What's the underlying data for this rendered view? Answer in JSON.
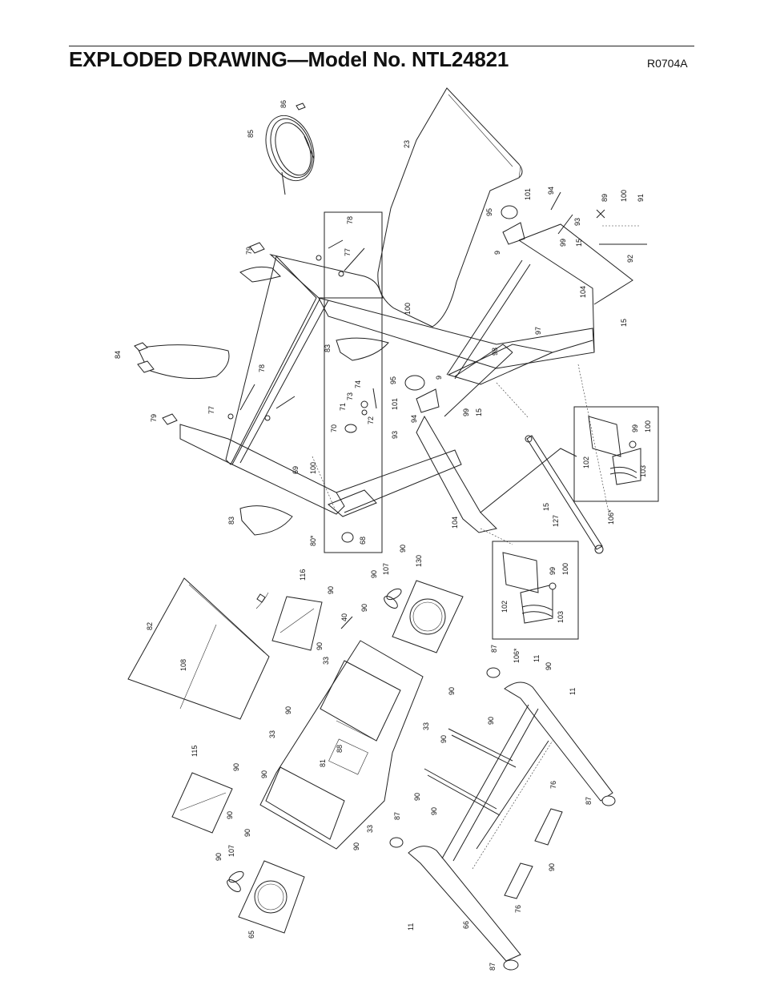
{
  "header": {
    "title": "EXPLODED DRAWING—Model No. NTL24821",
    "code": "R0704A"
  },
  "callouts": {
    "c85": "85",
    "c86": "86",
    "c23": "23",
    "c78a": "78",
    "c79a": "79",
    "c77a": "77",
    "c95a": "95",
    "c101a": "101",
    "c94a": "94",
    "c93a": "93",
    "c9a": "9",
    "c99a": "99",
    "c15a": "15",
    "c89": "89",
    "c100a": "100",
    "c91": "91",
    "c92": "92",
    "c100b": "100",
    "c104a": "104",
    "c97": "97",
    "c98": "98",
    "c15b": "15",
    "c84": "84",
    "c83a": "83",
    "c78b": "78",
    "c77b": "77",
    "c79b": "79",
    "c95b": "95",
    "c9b": "9",
    "c74": "74",
    "c73": "73",
    "c101b": "101",
    "c71": "71",
    "c72": "72",
    "c70": "70",
    "c94b": "94",
    "c99b": "99",
    "c15c": "15",
    "c93b": "93",
    "c69": "69",
    "c100c": "100",
    "c83b": "83",
    "c80": "80*",
    "c68": "68",
    "c104b": "104",
    "c15d": "15",
    "c127": "127",
    "c106a": "106*",
    "c102a": "102",
    "c99c": "99",
    "c100d": "100",
    "c103a": "103",
    "c130": "130",
    "c90a": "90",
    "c107a": "107",
    "c90b": "90",
    "c116": "116",
    "c90c": "90",
    "c40": "40",
    "c90d": "90",
    "c90e": "90",
    "c82": "82",
    "c108": "108",
    "c33a": "33",
    "c102b": "102",
    "c99d": "99",
    "c100e": "100",
    "c103b": "103",
    "c106b": "106*",
    "c87a": "87",
    "c11a": "11",
    "c90f": "90",
    "c11b": "11",
    "c90g": "90",
    "c90h": "90",
    "c33b": "33",
    "c90i": "90",
    "c33c": "33",
    "c88": "88",
    "c81": "81",
    "c90j": "90",
    "c90k": "90",
    "c115": "115",
    "c90l": "90",
    "c90m": "90",
    "c90n": "90",
    "c90o": "90",
    "c87b": "87",
    "c76a": "76",
    "c90p": "90",
    "c33d": "33",
    "c90q": "90",
    "c90r": "90",
    "c107b": "107",
    "c90s": "90",
    "c87c": "87",
    "c76b": "76",
    "c11c": "11",
    "c66": "66",
    "c65": "65",
    "c87d": "87"
  },
  "colors": {
    "line": "#222222",
    "background": "#ffffff"
  }
}
